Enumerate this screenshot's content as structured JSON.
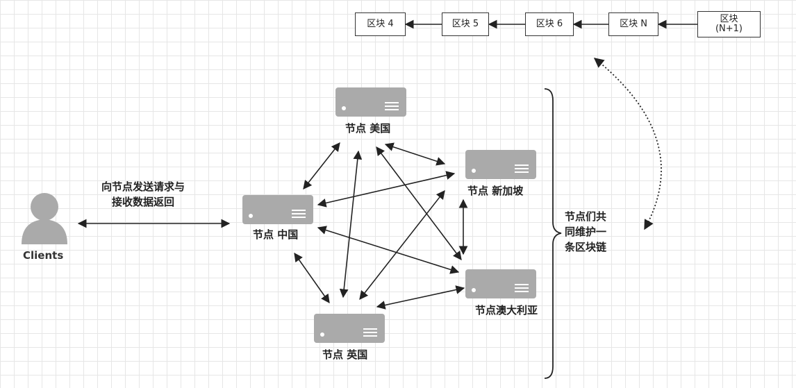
{
  "blocks": [
    "区块 4",
    "区块 5",
    "区块 6",
    "区块 N",
    "区块\n(N+1)"
  ],
  "nodes": {
    "us": "节点 美国",
    "sg": "节点 新加坡",
    "cn": "节点 中国",
    "au": "节点澳大利亚",
    "uk": "节点 英国"
  },
  "clients": "Clients",
  "request_text": {
    "line1": "向节点发送请求与",
    "line2": "接收数据返回"
  },
  "maintain_text": {
    "line1": "节点们共",
    "line2": "同维护一",
    "line3": "条区块链"
  },
  "icons": [
    "user-icon",
    "server-icon"
  ],
  "colors": {
    "server": "#aaaaaa",
    "line": "#222222",
    "grid": "#e6e6e6"
  }
}
